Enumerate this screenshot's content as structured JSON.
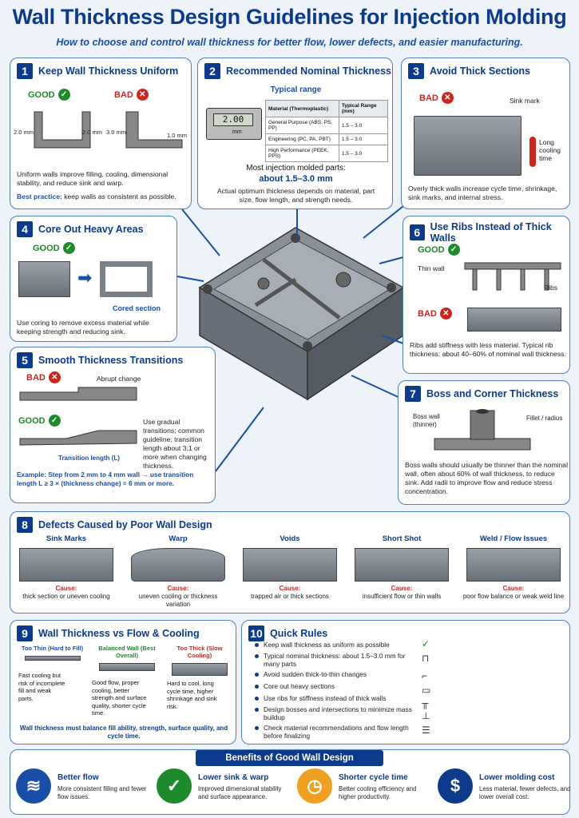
{
  "title": "Wall Thickness Design Guidelines for Injection Molding",
  "subtitle": "How to choose and control wall thickness for better flow, lower defects, and easier manufacturing.",
  "s1": {
    "num": "1",
    "title": "Keep Wall Thickness Uniform",
    "good": "GOOD",
    "bad": "BAD",
    "dim_a": "2.0 mm",
    "dim_b": "2.0 mm",
    "dim_c": "3.0 mm",
    "dim_d": "1.0 mm",
    "text": "Uniform walls improve filling, cooling, dimensional stability, and reduce sink and warp.",
    "bp_label": "Best practice:",
    "bp_text": "keep walls as consistent as possible."
  },
  "s2": {
    "num": "2",
    "title": "Recommended Nominal Thickness",
    "range_title": "Typical range",
    "caliper_value": "2.00",
    "caliper_unit": "mm",
    "table_headers": [
      "Material (Thermoplastic)",
      "Typical Range (mm)"
    ],
    "rows": [
      [
        "General Purpose (ABS, PS, PP)",
        "1.5 – 3.0"
      ],
      [
        "Engineering (PC, PA, PBT)",
        "1.5 – 3.0"
      ],
      [
        "High Performance (PEEK, PPS)",
        "1.5 – 3.0"
      ]
    ],
    "lead": "Most injection molded parts:",
    "value": "about 1.5–3.0 mm",
    "text": "Actual optimum thickness depends on material, part size, flow length, and strength needs."
  },
  "s3": {
    "num": "3",
    "title": "Avoid Thick Sections",
    "bad": "BAD",
    "sink": "Sink mark",
    "cooling": "Long cooling time",
    "text": "Overly thick walls increase cycle time, shrinkage, sink marks, and internal stress."
  },
  "s4": {
    "num": "4",
    "title": "Core Out Heavy Areas",
    "good": "GOOD",
    "cored": "Cored section",
    "text": "Use coring to remove excess material while keeping strength and reducing sink."
  },
  "s5": {
    "num": "5",
    "title": "Smooth Thickness Transitions",
    "bad": "BAD",
    "abrupt": "Abrupt change",
    "good": "GOOD",
    "tlen": "Transition length (L)",
    "side": "Use gradual transitions; common guideline: transition length about 3:1 or more when changing thickness.",
    "example": "Example: Step from 2 mm to 4 mm wall → use transition length L ≥ 3 × (thickness change) = 6 mm or more."
  },
  "s6": {
    "num": "6",
    "title": "Use Ribs Instead of Thick Walls",
    "good": "GOOD",
    "thin": "Thin wall",
    "ribs": "Ribs",
    "bad": "BAD",
    "text": "Ribs add stiffness with less material. Typical rib thickness: about 40–60% of nominal wall thickness."
  },
  "s7": {
    "num": "7",
    "title": "Boss and Corner Thickness",
    "boss": "Boss wall (thinner)",
    "fillet": "Fillet / radius",
    "text": "Boss walls should usually be thinner than the nominal wall, often about 60% of wall thickness, to reduce sink. Add radii to improve flow and reduce stress concentration."
  },
  "s8": {
    "num": "8",
    "title": "Defects Caused by Poor Wall Design",
    "cause_label": "Cause:",
    "items": [
      {
        "name": "Sink Marks",
        "cause": "thick section or uneven cooling"
      },
      {
        "name": "Warp",
        "cause": "uneven cooling or thickness variation"
      },
      {
        "name": "Voids",
        "cause": "trapped air or thick sections"
      },
      {
        "name": "Short Shot",
        "cause": "insufficient flow or thin walls"
      },
      {
        "name": "Weld / Flow Issues",
        "cause": "poor flow balance or weak weld line"
      }
    ]
  },
  "s9": {
    "num": "9",
    "title": "Wall Thickness vs Flow & Cooling",
    "cols": [
      {
        "head": "Too Thin (Hard to Fill)",
        "text": "Fast cooling but risk of incomplete fill and weak parts."
      },
      {
        "head": "Balanced Wall (Best Overall)",
        "text": "Good flow, proper cooling, better strength and surface quality, shorter cycle time."
      },
      {
        "head": "Too Thick (Slow Cooling)",
        "text": "Hard to cool, long cycle time, higher shrinkage and sink risk."
      }
    ],
    "footer": "Wall thickness must balance fill ability, strength, surface quality, and cycle time."
  },
  "s10": {
    "num": "10",
    "title": "Quick Rules",
    "rules": [
      "Keep wall thickness as uniform as possible",
      "Typical nominal thickness: about 1.5–3.0 mm for many parts",
      "Avoid sudden thick-to-thin changes",
      "Core out heavy sections",
      "Use ribs for stiffness instead of thick walls",
      "Design bosses and intersections to minimize mass buildup",
      "Check material recommendations and flow length before finalizing"
    ]
  },
  "benefits": {
    "title": "Benefits of Good Wall Design",
    "items": [
      {
        "title": "Better flow",
        "text": "More consistent filling and fewer flow issues.",
        "color": "#1a4fa8"
      },
      {
        "title": "Lower sink & warp",
        "text": "Improved dimensional stability and surface appearance.",
        "color": "#1d8a2b"
      },
      {
        "title": "Shorter cycle time",
        "text": "Better cooling efficiency and higher productivity.",
        "color": "#f0a020"
      },
      {
        "title": "Lower molding cost",
        "text": "Less material, fewer defects, and lower overall cost.",
        "color": "#0d3b8c"
      }
    ]
  }
}
